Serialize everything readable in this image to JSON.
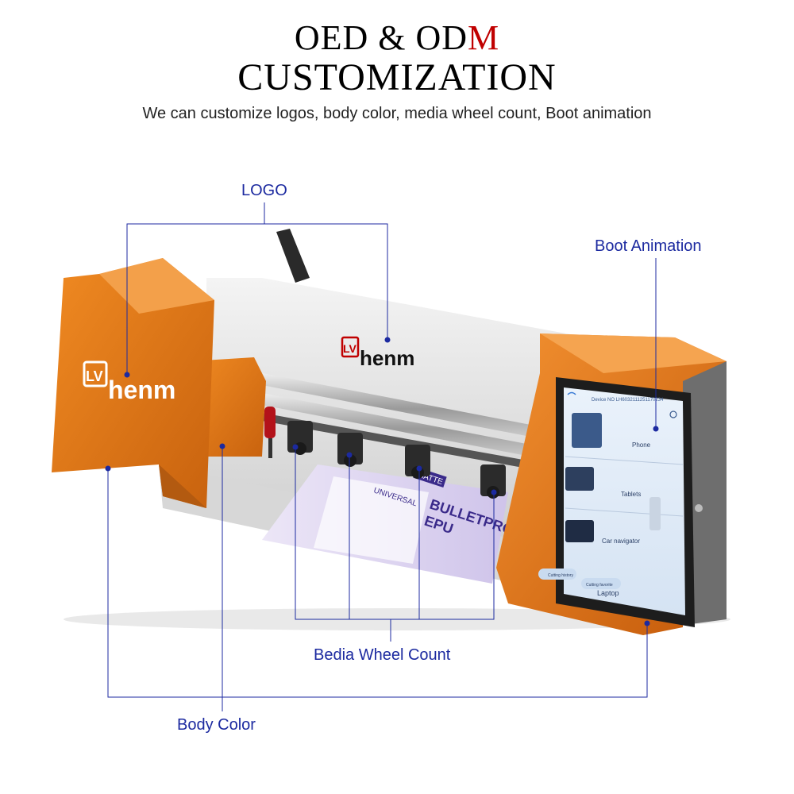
{
  "heading": {
    "line1_prefix": "OED & OD",
    "line1_accent": "M",
    "line2": "CUSTOMIZATION",
    "subtitle": "We can customize logos, body color, media wheel count, Boot animation"
  },
  "callouts": {
    "logo": "LOGO",
    "boot_animation": "Boot Animation",
    "media_wheel": "Bedia Wheel Count",
    "body_color": "Body Color"
  },
  "brand": {
    "mark": "LV",
    "name": "henm"
  },
  "screen": {
    "device_no": "Device NO LH6032111251170234",
    "items": [
      "Phone",
      "Tablets",
      "Car navigator"
    ],
    "tabs": [
      "Cutting history",
      "Cutting favorite"
    ],
    "partial_label": "Laptop"
  },
  "film": {
    "word1": "BULLETPROOF",
    "word2": "EPU",
    "word3": "UNIVERSAL",
    "word4": "MATTE"
  },
  "colors": {
    "body_orange": "#e07a18",
    "callout_blue": "#1c2aa0",
    "accent_red": "#c00000"
  }
}
